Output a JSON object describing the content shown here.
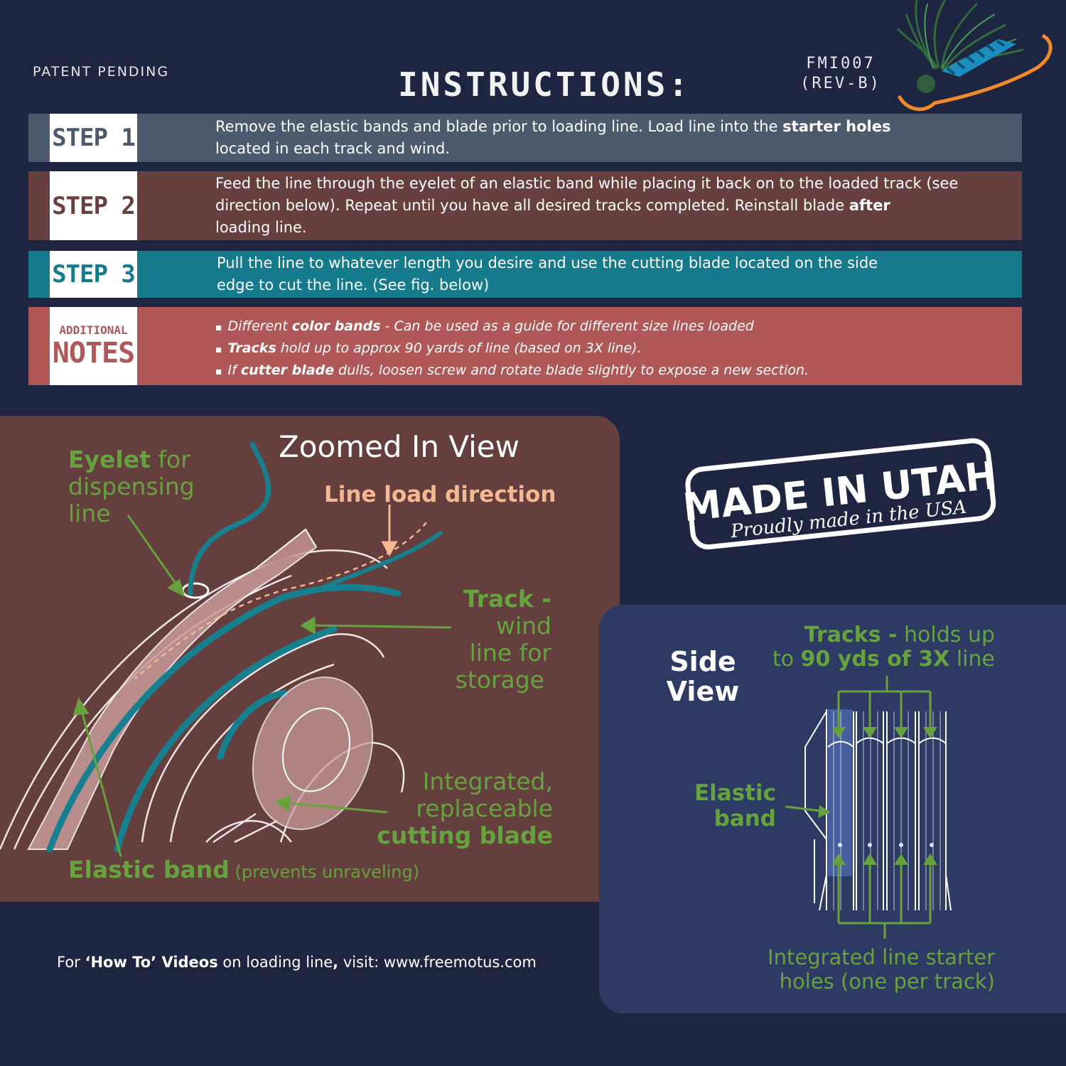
{
  "header": {
    "patent": "PATENT PENDING",
    "title": "INSTRUCTIONS:",
    "code_line1": "FMI007",
    "code_line2": "(REV-B)"
  },
  "steps": [
    {
      "label": "STEP 1",
      "text_a": "Remove the elastic bands and blade prior to loading line. Load line into the ",
      "bold_a": "starter holes",
      "text_b": "located in each track and wind."
    },
    {
      "label": "STEP 2",
      "text_a": "Feed the line through the eyelet of an elastic band while placing it back on to the loaded track (see direction below). Repeat until you have all desired tracks completed. Reinstall blade ",
      "bold_a": "after",
      "text_b": "loading line."
    },
    {
      "label": "STEP 3",
      "text_a": "Pull the line to whatever length you desire and use the cutting blade located on the side",
      "text_b": "edge to cut the line. (See fig. below)"
    }
  ],
  "notes": {
    "label_top": "ADDITIONAL",
    "label_bottom": "NOTES",
    "items": [
      {
        "pre": "Different ",
        "bold": "color bands",
        "post": " - Can be used as a guide for different size lines loaded"
      },
      {
        "pre": "",
        "bold": "Tracks",
        "post": " hold up to approx 90 yards of line (based on 3X line)."
      },
      {
        "pre": "If ",
        "bold": "cutter blade",
        "post": " dulls, loosen screw and rotate blade slightly to expose a new section."
      }
    ]
  },
  "zoom": {
    "title": "Zoomed In View",
    "eyelet_bold": "Eyelet",
    "eyelet_rest1": " for",
    "eyelet_rest2": "dispensing",
    "eyelet_rest3": "line",
    "load_direction": "Line load direction",
    "track_bold": "Track -",
    "track_l2": "wind",
    "track_l3": "line for",
    "track_l4": "storage",
    "blade_l1": "Integrated,",
    "blade_l2": "replaceable",
    "blade_bold": "cutting blade",
    "band_bold": "Elastic band",
    "band_rest": " (prevents unraveling)"
  },
  "stamp": {
    "main": "MADE IN UTAH",
    "sub": "Proudly made in the USA"
  },
  "side": {
    "title_l1": "Side",
    "title_l2": "View",
    "tracks_bold": "Tracks -",
    "tracks_rest": " holds up",
    "tracks_l2_pre": "to ",
    "tracks_l2_bold": "90 yds of 3X",
    "tracks_l2_post": " line",
    "band_l1": "Elastic",
    "band_l2": "band",
    "holes_l1": "Integrated line starter",
    "holes_l2": "holes (one per track)"
  },
  "footer": {
    "pre": "For ",
    "bold": "‘How To’ Videos",
    "mid": " on loading line",
    "comma": ",",
    "post": " visit: www.freemotus.com"
  },
  "colors": {
    "background": "#1e2540",
    "step1": "#4d5a6e",
    "step2": "#673f3f",
    "step3": "#157a8b",
    "notes": "#b05858",
    "green": "#66a33e",
    "teal_line": "#17808f",
    "side_panel": "#2c3a64"
  }
}
